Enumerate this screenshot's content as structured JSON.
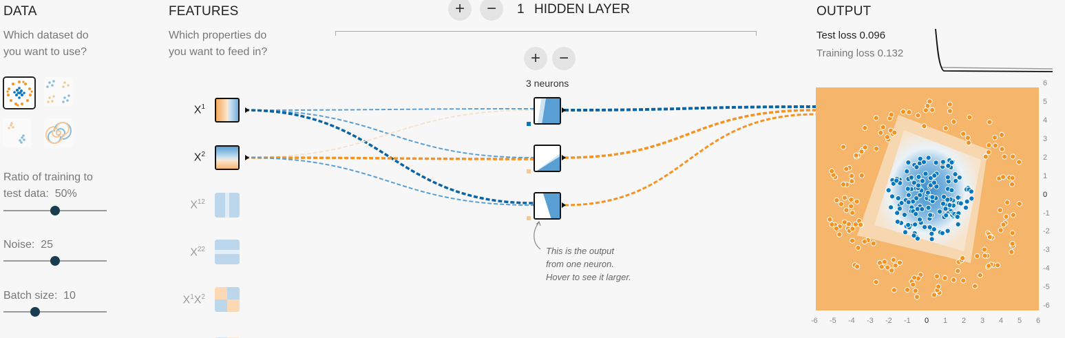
{
  "data_panel": {
    "title": "DATA",
    "question": "Which dataset do you want to use?",
    "ratio_label": "Ratio of training to test data:",
    "ratio_value": "50%",
    "ratio_fraction": 0.5,
    "noise_label": "Noise:",
    "noise_value": "25",
    "noise_fraction": 0.5,
    "batch_label": "Batch size:",
    "batch_value": "10",
    "batch_fraction": 0.3
  },
  "features_panel": {
    "title": "FEATURES",
    "question": "Which properties do you want to feed in?",
    "features": [
      {
        "label": "X₁",
        "base": "X",
        "sup": "1",
        "active": true
      },
      {
        "label": "X₂",
        "base": "X",
        "sup": "2",
        "active": true
      },
      {
        "label": "X₁²",
        "base": "X",
        "sup": "12",
        "active": false
      },
      {
        "label": "X₂²",
        "base": "X",
        "sup": "22",
        "active": false
      },
      {
        "label": "X₁X₂",
        "base": "X",
        "sup": "1",
        "base2": "X",
        "sup2": "2",
        "active": false
      }
    ]
  },
  "network": {
    "add_layer": "+",
    "remove_layer": "−",
    "layer_count": "1",
    "layer_label": "HIDDEN LAYER",
    "add_neuron": "+",
    "remove_neuron": "−",
    "neurons_label": "3 neurons",
    "caption": "This is the output from one neuron. Hover to see it larger."
  },
  "output_panel": {
    "title": "OUTPUT",
    "test_loss_label": "Test loss",
    "test_loss_value": "0.096",
    "training_loss_label": "Training loss",
    "training_loss_value": "0.132",
    "axis_ticks": [
      "-6",
      "-5",
      "-4",
      "-3",
      "-2",
      "-1",
      "0",
      "1",
      "2",
      "3",
      "4",
      "5",
      "6"
    ]
  },
  "colors": {
    "blue": "#0877bd",
    "orange": "#f59322",
    "background": "#f7f7f7",
    "knob": "#183d4e"
  }
}
